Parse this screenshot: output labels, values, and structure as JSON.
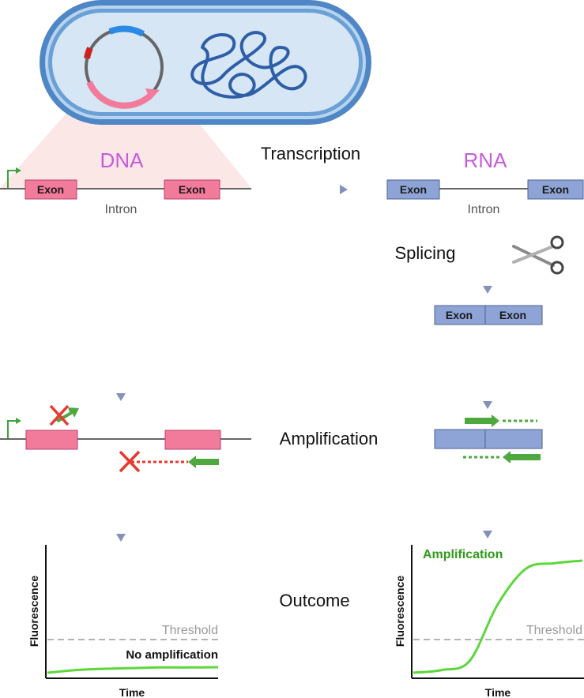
{
  "labels": {
    "dna": "DNA",
    "rna": "RNA",
    "transcription": "Transcription",
    "splicing": "Splicing",
    "amplification": "Amplification",
    "outcome": "Outcome",
    "intron": "Intron",
    "exon": "Exon"
  },
  "colors": {
    "dna_exon": "#f27a9b",
    "rna_exon": "#8fa4d6",
    "primer": "#4fa83d",
    "blocked": "#e8382f",
    "arrow": "#8591b8",
    "curve": "#5ed63c",
    "cell_membrane": "#4f86c6"
  },
  "icons": [
    "promoter-arrow-icon",
    "scissors-icon",
    "blocked-x-icon"
  ],
  "chart_data": [
    {
      "type": "line",
      "xlabel": "Time",
      "ylabel": "Fluorescence",
      "threshold_label": "Threshold",
      "annotation": "No amplification",
      "series": [
        {
          "values": [
            0.03,
            0.05,
            0.06,
            0.065,
            0.07,
            0.07,
            0.072
          ]
        }
      ],
      "threshold": 0.25,
      "ylim": [
        0,
        1
      ]
    },
    {
      "type": "line",
      "xlabel": "Time",
      "ylabel": "Fluorescence",
      "threshold_label": "Threshold",
      "annotation": "Amplification",
      "series": [
        {
          "values": [
            0.03,
            0.05,
            0.12,
            0.55,
            0.82,
            0.86,
            0.88
          ]
        }
      ],
      "threshold": 0.25,
      "ylim": [
        0,
        1
      ]
    }
  ]
}
